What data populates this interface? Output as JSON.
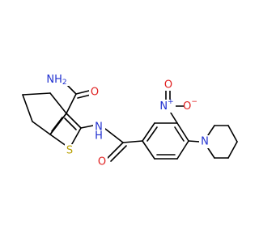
{
  "colors": {
    "bond": "#000000",
    "nitrogen": "#2030d0",
    "oxygen": "#e02020",
    "sulfur": "#b8a000",
    "carbon": "#000000"
  },
  "labels": {
    "amide_nh2": {
      "main": "NH",
      "sub": "2"
    },
    "amide_o_top": "O",
    "amide_nh": {
      "main": "N",
      "h": "H"
    },
    "amide_o_bottom": "O",
    "thiophene_s": "S",
    "nitro_n": {
      "main": "N",
      "charge": "+"
    },
    "nitro_o_dbl": "O",
    "nitro_o_neg": {
      "main": "O",
      "charge": "−"
    },
    "piperidine_n": "N"
  }
}
